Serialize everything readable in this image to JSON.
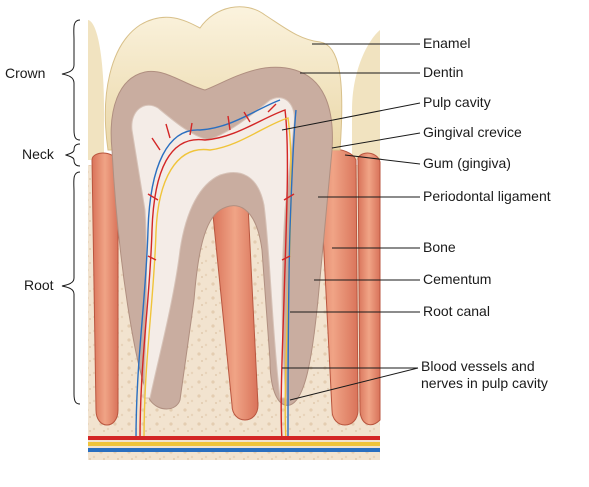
{
  "region_labels": {
    "crown": "Crown",
    "neck": "Neck",
    "root": "Root"
  },
  "structure_labels": {
    "enamel": "Enamel",
    "dentin": "Dentin",
    "pulp_cavity": "Pulp cavity",
    "gingival_crevice": "Gingival crevice",
    "gum": "Gum (gingiva)",
    "periodontal_ligament": "Periodontal ligament",
    "bone": "Bone",
    "cementum": "Cementum",
    "root_canal": "Root canal",
    "blood_vessels": "Blood vessels and nerves in pulp cavity"
  },
  "colors": {
    "enamel": "#f3e6c4",
    "dentin": "#c9ada0",
    "pulp": "#f4ece7",
    "gum": "#e2876b",
    "bone": "#f2e3cf",
    "artery": "#d32626",
    "vein": "#2a6fc0",
    "nerve": "#f0c43a"
  }
}
